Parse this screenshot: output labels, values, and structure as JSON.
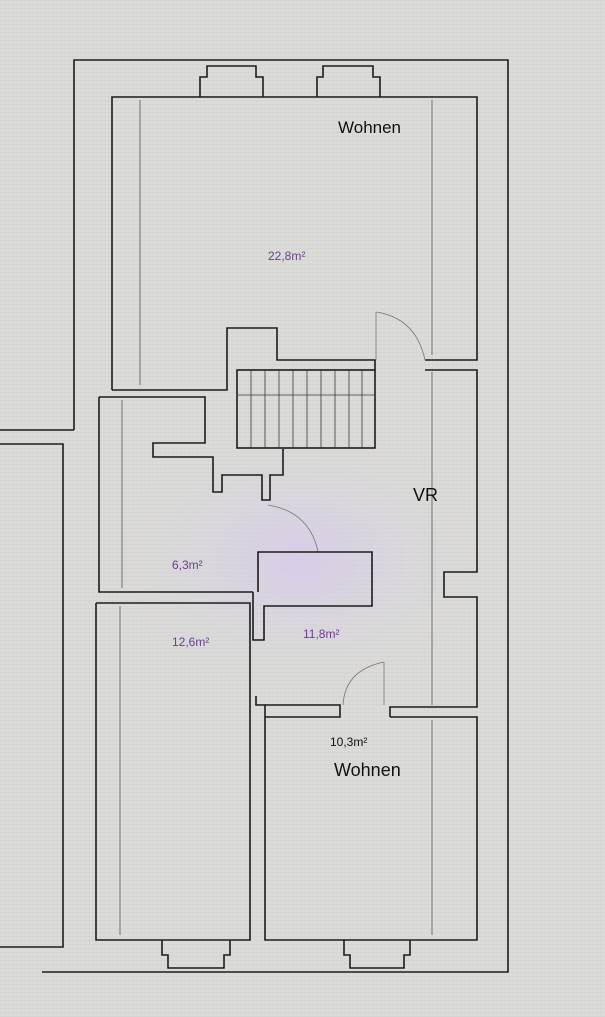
{
  "rooms": {
    "wohnen_top": {
      "name": "Wohnen",
      "area": "22,8m²"
    },
    "vr": {
      "name": "VR"
    },
    "small_left": {
      "area": "6,3m²"
    },
    "left_lower": {
      "area": "12,6m²"
    },
    "corridor": {
      "area": "11,8m²"
    },
    "wohnen_bottom": {
      "name": "Wohnen",
      "area": "10,3m²"
    }
  },
  "colors": {
    "wall": "#1c1c1c",
    "area_text": "#6a3d93",
    "background": "#d9d9d6"
  }
}
